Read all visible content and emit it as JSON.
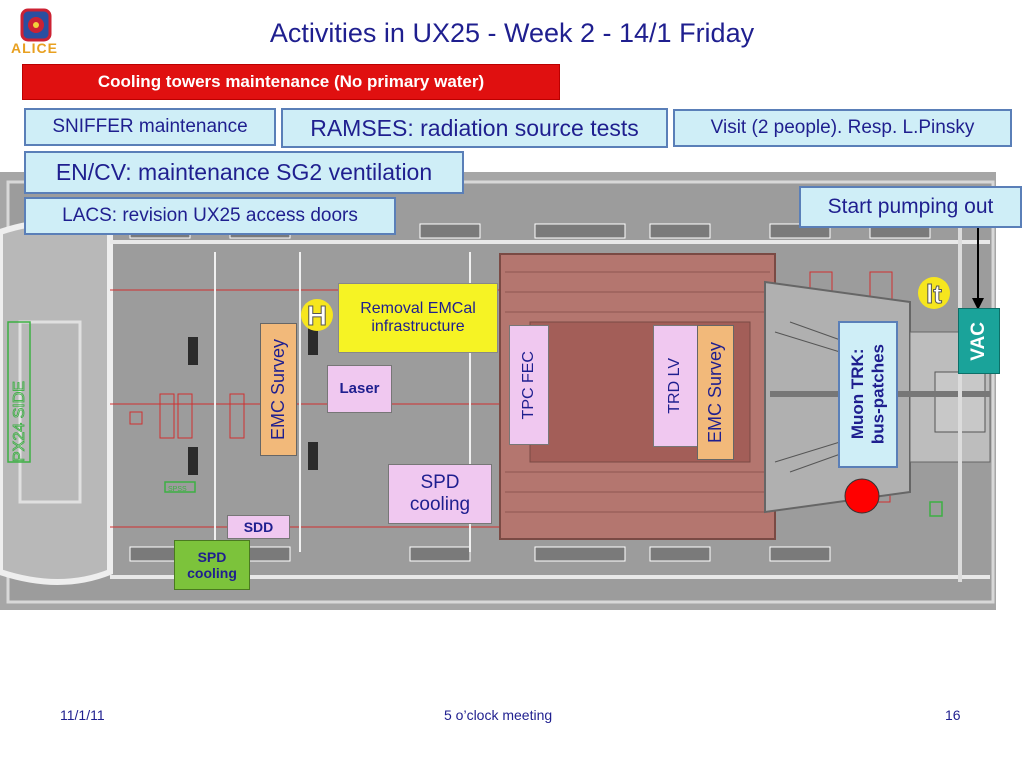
{
  "slide": {
    "title": "Activities in UX25 - Week 2 - 14/1 Friday",
    "logo_text": "ALICE"
  },
  "labels": {
    "cooling_towers": "Cooling towers maintenance (No primary water)",
    "sniffer": "SNIFFER maintenance",
    "ramses": "RAMSES: radiation source tests",
    "visit": "Visit (2 people). Resp. L.Pinsky",
    "encv": "EN/CV: maintenance SG2 ventilation",
    "lacs": "LACS: revision UX25 access doors",
    "start_pumping": "Start pumping out",
    "removal_emcal": "Removal EMCal infrastructure",
    "emc_survey_left": "EMC Survey",
    "laser": "Laser",
    "tpc_fec": "TPC FEC",
    "trd_lv": "TRD LV",
    "emc_survey_right": "EMC Survey",
    "muon_trk_line1": "Muon TRK:",
    "muon_trk_line2": "bus-patches",
    "vac": "VAC",
    "spd_cooling_pink": "SPD cooling",
    "sdd": "SDD",
    "spd_cooling_green": "SPD cooling",
    "marker_h": "H",
    "marker_lt": "lt",
    "shaft_label": "PX24 SIDE",
    "small_sign": "SPSS"
  },
  "footer": {
    "date": "11/1/11",
    "meeting": "5 o’clock meeting",
    "page": "16"
  },
  "colors": {
    "title": "#1f1f8f",
    "red_box": "#e01010",
    "blue_box": "#cfeef7",
    "yellow_box": "#f6f324",
    "pink_box": "#f0c8f0",
    "orange_box": "#f2b97a",
    "green_box": "#7cc33b",
    "teal_box": "#1aa39a",
    "magnet": "#b4766f"
  }
}
